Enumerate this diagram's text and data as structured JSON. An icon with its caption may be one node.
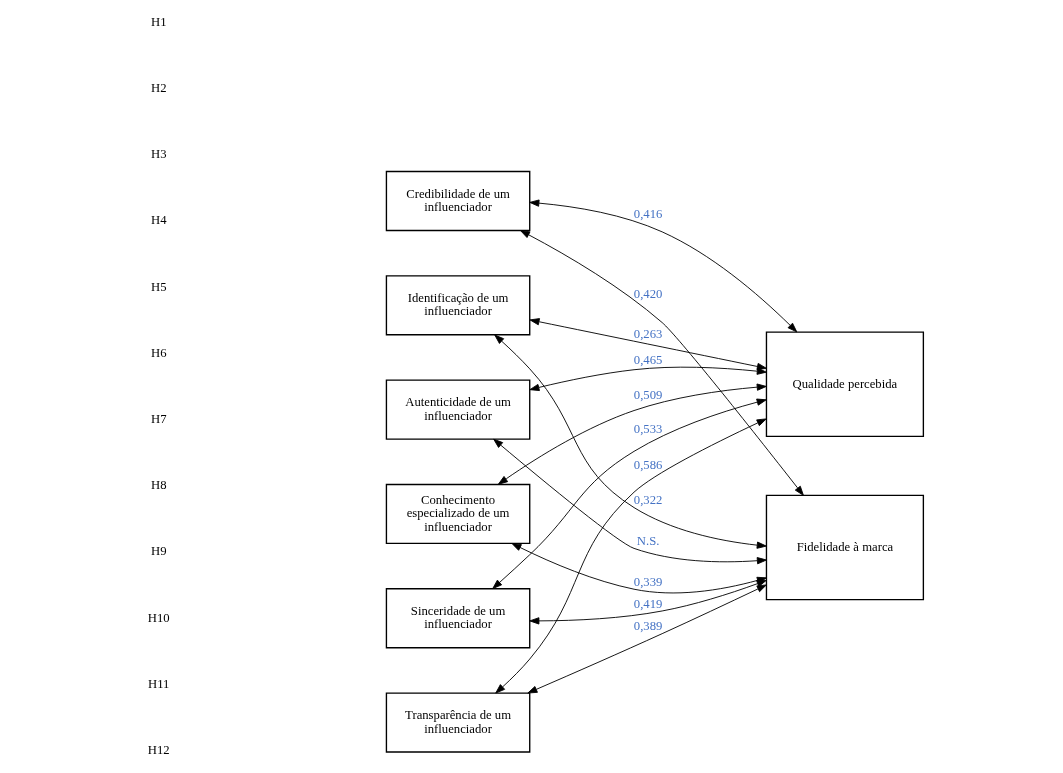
{
  "diagram": {
    "nodes": [
      {
        "text": [
          "Credibilidade de um influenciador"
        ]
      },
      {
        "text": [
          "Identificação de um influenciador"
        ]
      },
      {
        "text": [
          "Autenticidade de um influenciador"
        ]
      },
      {
        "text": [
          "Conhecimento especializado de um influenciador"
        ]
      },
      {
        "text": [
          "Sinceridade de um influenciador"
        ]
      },
      {
        "text": [
          "Transparência de um influenciador"
        ]
      },
      {
        "text": [
          "Qualidade percebida"
        ]
      },
      {
        "text": [
          "Fidelidade à marca"
        ]
      }
    ],
    "edges": [
      {
        "from": 0,
        "to": 6,
        "arrow": "both",
        "label": "0,416"
      },
      {
        "from": 0,
        "to": 7,
        "arrow": "both",
        "label": "0,420"
      },
      {
        "from": 1,
        "to": 6,
        "arrow": "both",
        "label": "0,263"
      },
      {
        "from": 1,
        "to": 7,
        "arrow": "both",
        "label": "0,322"
      },
      {
        "from": 2,
        "to": 6,
        "arrow": "both",
        "label": "0,465"
      },
      {
        "from": 2,
        "to": 7,
        "arrow": "both",
        "label": "N.S."
      },
      {
        "from": 3,
        "to": 6,
        "arrow": "both",
        "label": "0,509"
      },
      {
        "from": 3,
        "to": 7,
        "arrow": "both",
        "label": "0,339"
      },
      {
        "from": 4,
        "to": 6,
        "arrow": "both",
        "label": "0,533"
      },
      {
        "from": 4,
        "to": 7,
        "arrow": "both",
        "label": "0,419"
      },
      {
        "from": 5,
        "to": 6,
        "arrow": "both",
        "label": "0,586"
      },
      {
        "from": 5,
        "to": 7,
        "arrow": "both",
        "label": "0,389"
      }
    ],
    "labels": [
      "H1",
      "H2",
      "H3",
      "H4",
      "H5",
      "H6",
      "H7",
      "H8",
      "H9",
      "H10",
      "H11",
      "H12"
    ]
  }
}
